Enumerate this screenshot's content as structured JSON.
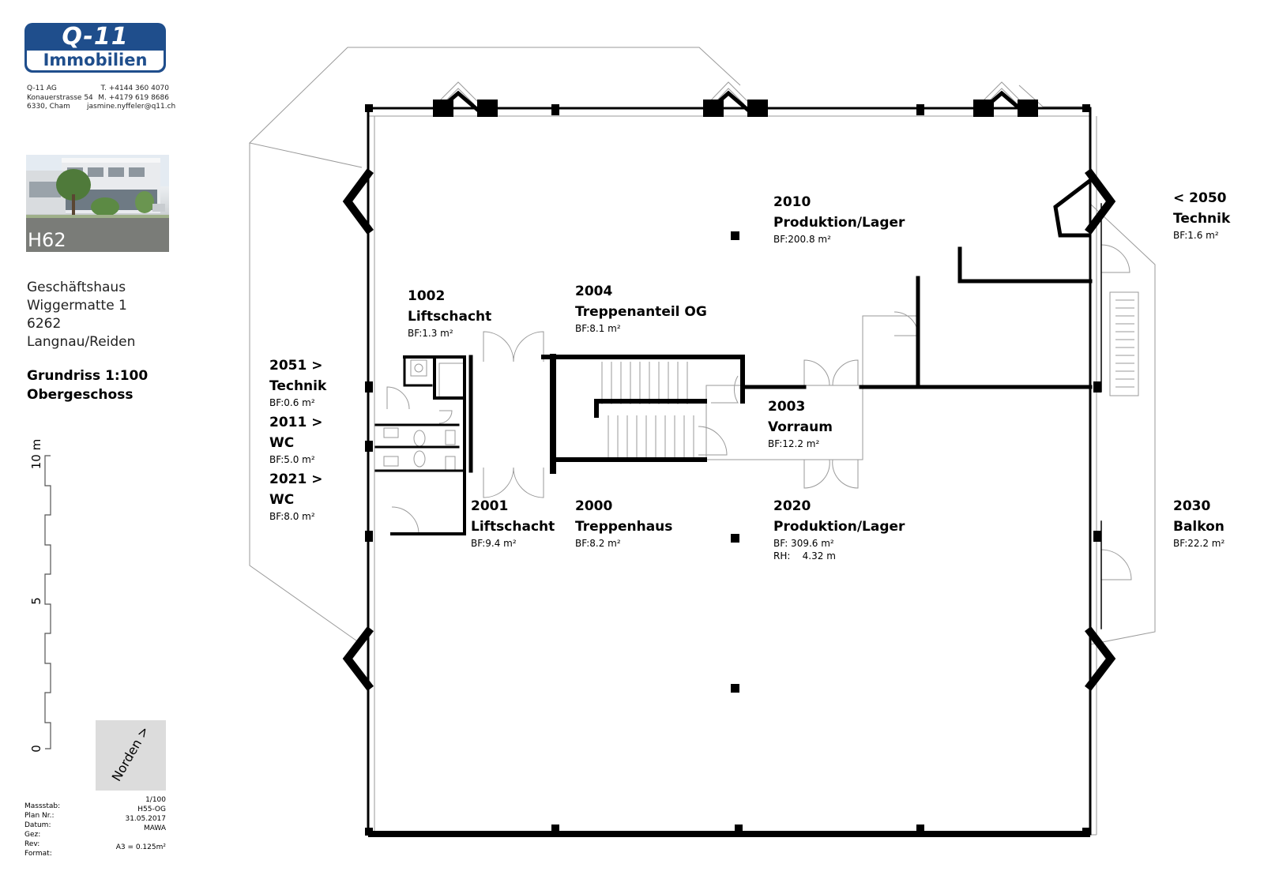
{
  "company": {
    "logo_top": "Q-11",
    "logo_bottom": "Immobilien",
    "name": "Q-11 AG",
    "street": "Konauerstrasse 54",
    "city": "6330, Cham",
    "phone_t": "T. +4144 360 4070",
    "phone_m": "M. +4179 619 8686",
    "email": "jasmine.nyffeler@q11.ch"
  },
  "photo": {
    "label": "H62"
  },
  "address": {
    "line1": "Geschäftshaus",
    "line2": "Wiggermatte 1",
    "line3": "6262",
    "line4": "Langnau/Reiden"
  },
  "plan": {
    "title1": "Grundriss 1:100",
    "title2": "Obergeschoss"
  },
  "scale_bar": {
    "labels": [
      "10 m",
      "5",
      "0"
    ]
  },
  "north": {
    "label": "Norden >"
  },
  "metadata": [
    {
      "key": "Massstab:",
      "value": "1/100"
    },
    {
      "key": "Plan Nr.:",
      "value": "H55-OG"
    },
    {
      "key": "Datum:",
      "value": "31.05.2017"
    },
    {
      "key": "Gez:",
      "value": "MAWA"
    },
    {
      "key": "Rev:",
      "value": ""
    },
    {
      "key": "Format:",
      "value": "A3 = 0.125m²"
    }
  ],
  "rooms": [
    {
      "id": "2010",
      "number": "2010",
      "name": "Produktion/Lager",
      "area": "BF:200.8 m²"
    },
    {
      "id": "2050",
      "number": "< 2050",
      "name": "Technik",
      "area": "BF:1.6 m²"
    },
    {
      "id": "1002",
      "number": "1002",
      "name": "Liftschacht",
      "area": "BF:1.3 m²"
    },
    {
      "id": "2004",
      "number": "2004",
      "name": "Treppenanteil OG",
      "area": "BF:8.1 m²"
    },
    {
      "id": "2051",
      "number": "2051 >",
      "name": "Technik",
      "area": "BF:0.6 m²"
    },
    {
      "id": "2011",
      "number": "2011 >",
      "name": "WC",
      "area": "BF:5.0 m²"
    },
    {
      "id": "2021",
      "number": "2021 >",
      "name": "WC",
      "area": "BF:8.0 m²"
    },
    {
      "id": "2003",
      "number": "2003",
      "name": "Vorraum",
      "area": "BF:12.2 m²"
    },
    {
      "id": "2001",
      "number": "2001",
      "name": "Liftschacht",
      "area": "BF:9.4 m²"
    },
    {
      "id": "2000",
      "number": "2000",
      "name": "Treppenhaus",
      "area": "BF:8.2 m²"
    },
    {
      "id": "2020",
      "number": "2020",
      "name": "Produktion/Lager",
      "area": "BF: 309.6 m²",
      "area2": "RH:    4.32 m"
    },
    {
      "id": "2030",
      "number": "2030",
      "name": "Balkon",
      "area": "BF:22.2 m²"
    }
  ]
}
